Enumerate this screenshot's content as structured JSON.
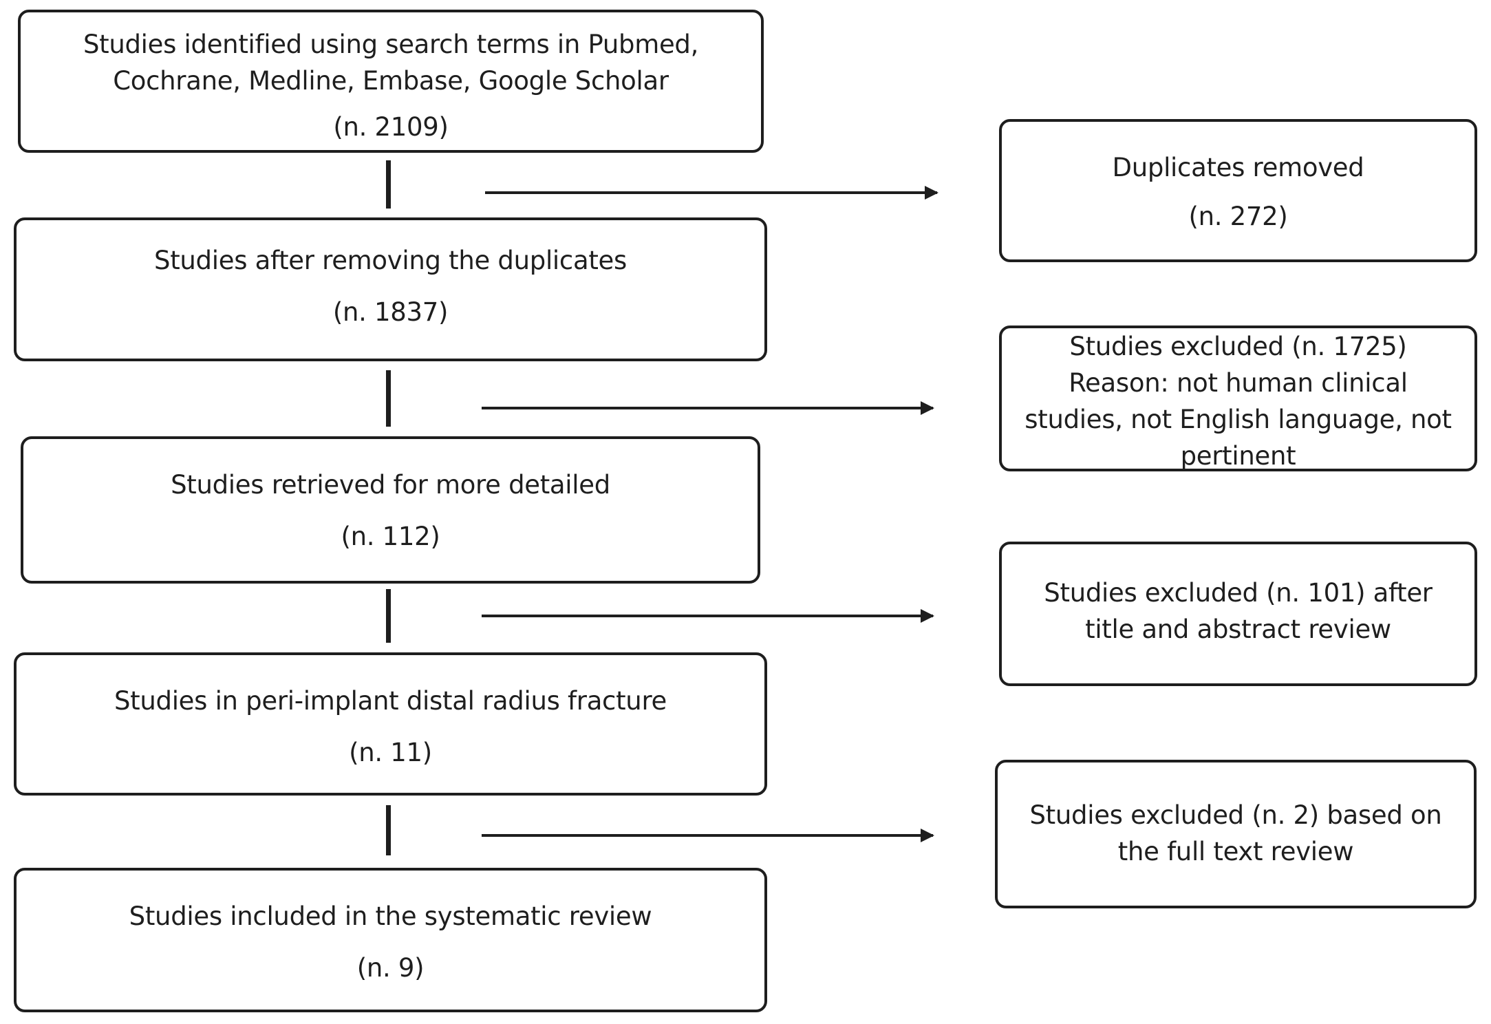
{
  "flow": {
    "step1": {
      "text_line1": "Studies identified using search terms in Pubmed,",
      "text_line2": "Cochrane, Medline, Embase, Google Scholar",
      "count": "(n. 2109)"
    },
    "step2": {
      "text": "Studies after removing the duplicates",
      "count": "(n. 1837)"
    },
    "step3": {
      "text": "Studies retrieved for more detailed",
      "count": "(n. 112)"
    },
    "step4": {
      "text": "Studies in peri-implant distal radius fracture",
      "count": "(n. 11)"
    },
    "step5": {
      "text": "Studies included in the systematic review",
      "count": "(n. 9)"
    }
  },
  "exclusions": {
    "ex1": {
      "text": "Duplicates removed",
      "count": "(n. 272)"
    },
    "ex2": {
      "line1": "Studies excluded (n. 1725)",
      "line2": "Reason: not human clinical",
      "line3": "studies, not English language, not",
      "line4": "pertinent"
    },
    "ex3": {
      "line1": "Studies excluded (n. 101) after",
      "line2": "title and abstract review"
    },
    "ex4": {
      "line1": "Studies excluded (n. 2) based on",
      "line2": "the full text review"
    }
  },
  "colors": {
    "stroke": "#1e1e1e",
    "background": "#ffffff"
  }
}
